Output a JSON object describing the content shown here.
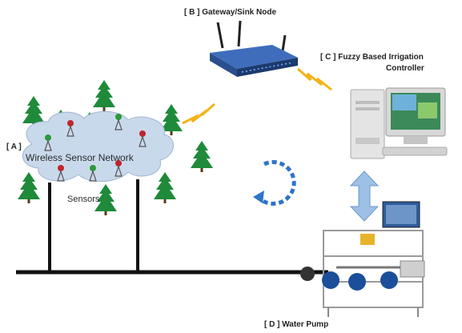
{
  "labels": {
    "gateway": "[ B ]  Gateway/Sink Node",
    "controller_line1": "[ C ]  Fuzzy Based Irrigation",
    "controller_line2": "Controller",
    "wsn_tag": "[ A ]",
    "wsn": "Wireless  Sensor Network",
    "sensors": "Sensors",
    "pump": "[ D ]  Water Pump"
  },
  "colors": {
    "tree": "#1f8a3a",
    "cloud": "#c9d9ec",
    "wireless": "#f2b416",
    "cycle_arrow": "#2f73c9",
    "pipe": "#111111",
    "sync_arrow": "#9cc0e6"
  }
}
